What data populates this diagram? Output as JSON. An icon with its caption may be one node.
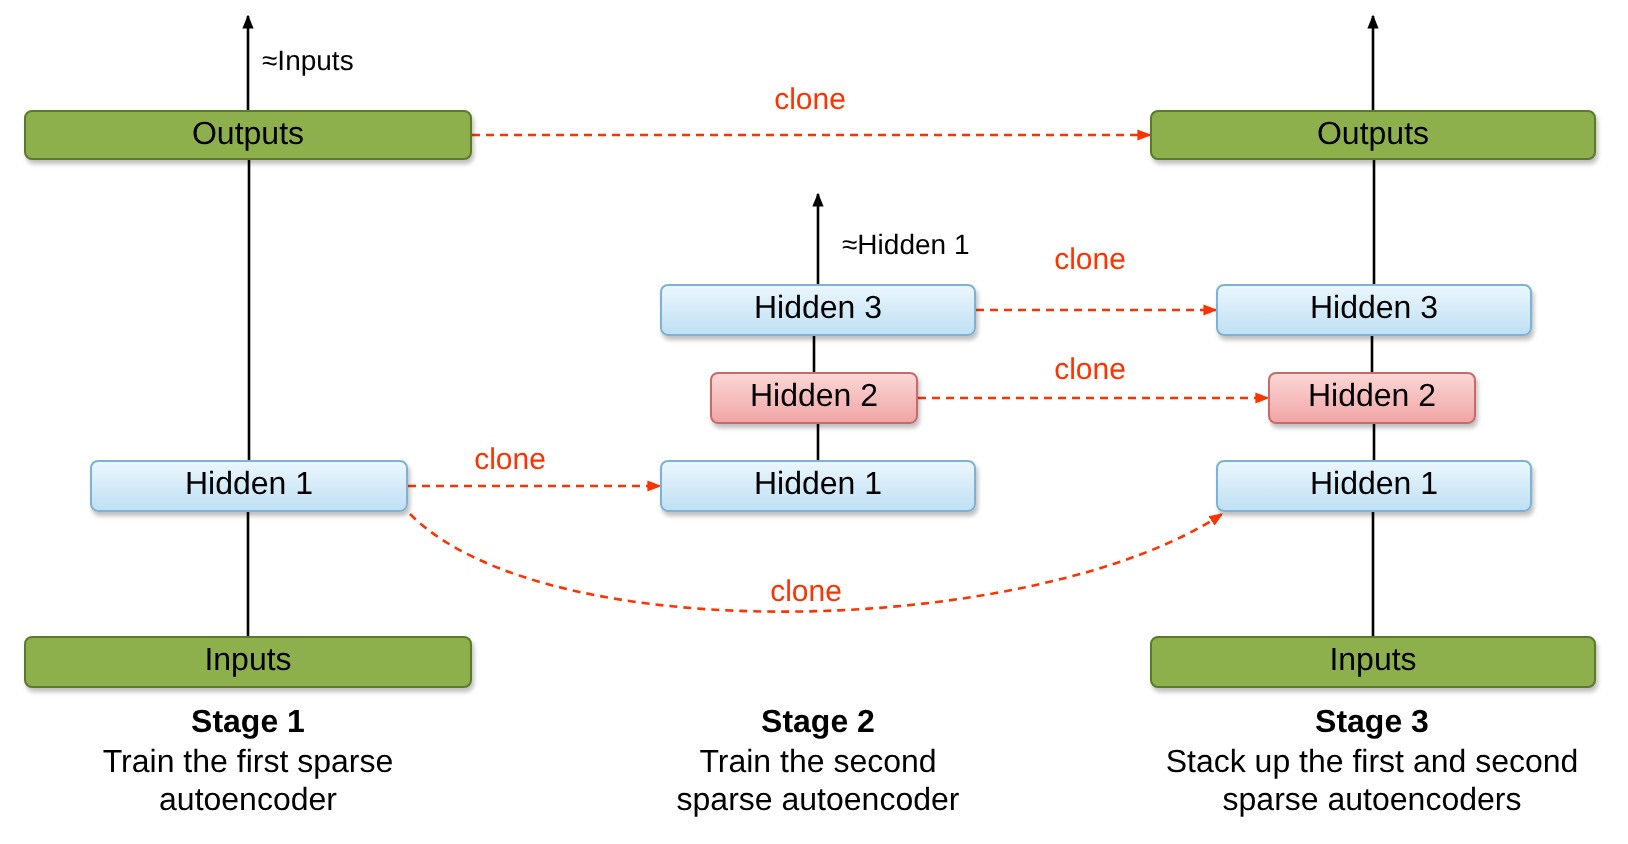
{
  "diagram": {
    "nodes": [
      {
        "text": [
          "Outputs"
        ]
      },
      {
        "text": [
          "Outputs"
        ]
      },
      {
        "text": [
          "Hidden 3"
        ]
      },
      {
        "text": [
          "Hidden 3"
        ]
      },
      {
        "text": [
          "Hidden 2"
        ]
      },
      {
        "text": [
          "Hidden 2"
        ]
      },
      {
        "text": [
          "Hidden 1"
        ]
      },
      {
        "text": [
          "Hidden 1"
        ]
      },
      {
        "text": [
          "Hidden 1"
        ]
      },
      {
        "text": [
          "Inputs"
        ]
      },
      {
        "text": [
          "Inputs"
        ]
      }
    ],
    "edges": [
      {
        "from": 0,
        "to": 1,
        "arrow": "to",
        "label": "clone",
        "style": "dashed",
        "color": "#ff3300"
      },
      {
        "from": 2,
        "to": 3,
        "arrow": "to",
        "label": "clone",
        "style": "dashed",
        "color": "#ff3300"
      },
      {
        "from": 4,
        "to": 5,
        "arrow": "to",
        "label": "clone",
        "style": "dashed",
        "color": "#ff3300"
      },
      {
        "from": 6,
        "to": 7,
        "arrow": "to",
        "label": "clone",
        "style": "dashed",
        "color": "#ff3300"
      },
      {
        "from": 6,
        "to": 8,
        "arrow": "to",
        "label": "clone",
        "style": "dashed",
        "color": "#ff3300"
      },
      {
        "from": 9,
        "to": 6,
        "arrow": "none"
      },
      {
        "from": 6,
        "to": 0,
        "arrow": "none"
      },
      {
        "from": 0,
        "to": null,
        "arrow": "to"
      },
      {
        "from": 7,
        "to": 4,
        "arrow": "none"
      },
      {
        "from": 4,
        "to": 2,
        "arrow": "none"
      },
      {
        "from": 2,
        "to": null,
        "arrow": "to"
      },
      {
        "from": 10,
        "to": 8,
        "arrow": "none"
      },
      {
        "from": 8,
        "to": 5,
        "arrow": "none"
      },
      {
        "from": 5,
        "to": 3,
        "arrow": "none"
      },
      {
        "from": 3,
        "to": 1,
        "arrow": "none"
      },
      {
        "from": 1,
        "to": null,
        "arrow": "to"
      }
    ],
    "labels": [
      "≈Inputs",
      "≈Hidden 1",
      "Stage 1",
      "Train the first sparse autoencoder",
      "Stage 2",
      "Train the second sparse autoencoder",
      "Stage 3",
      "Stack up the first and second sparse autoencoders"
    ]
  }
}
